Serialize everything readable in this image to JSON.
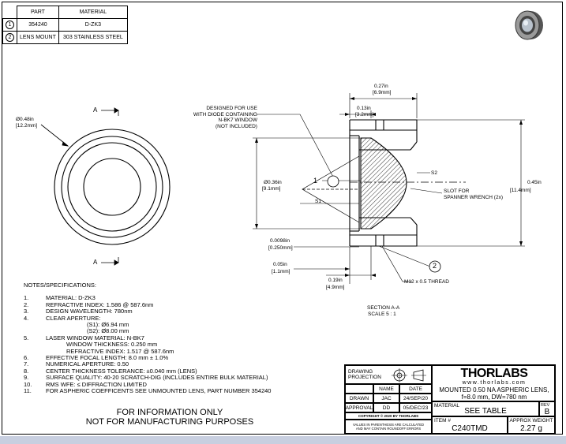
{
  "parts_table": {
    "headers": [
      "PART",
      "MATERIAL"
    ],
    "rows": [
      {
        "num": "1",
        "part": "354240",
        "material": "D-ZK3"
      },
      {
        "num": "2",
        "part": "LENS MOUNT",
        "material": "303 STAINLESS STEEL"
      }
    ]
  },
  "front_view": {
    "section_marker": "A",
    "dia_in": "Ø0.48in",
    "dia_mm": "[12.2mm]"
  },
  "section_view": {
    "window_note": [
      "DESIGNED FOR USE",
      "WITH DIODE CONTAINING",
      "N-BK7 WINDOW",
      "(NOT INCLUDED)"
    ],
    "dim_027_in": "0.27in",
    "dim_027_mm": "[6.9mm]",
    "dim_013_in": "0.13in",
    "dim_013_mm": "[3.2mm]",
    "dim_036_in": "Ø0.36in",
    "dim_036_mm": "[9.1mm]",
    "dim_045_in": "0.45in",
    "dim_045_mm": "[11.4mm]",
    "dim_00098_in": "0.0098in",
    "dim_00098_mm": "[0.250mm]",
    "dim_005_in": "0.05in",
    "dim_005_mm": "[1.1mm]",
    "dim_019_in": "0.19in",
    "dim_019_mm": "[4.9mm]",
    "s1": "S1",
    "s2": "S2",
    "slot_label": [
      "SLOT FOR",
      "SPANNER WRENCH (2x)"
    ],
    "thread_label": "M12 x 0.5 THREAD",
    "balloon_1": "1",
    "balloon_2": "2",
    "caption_1": "SECTION A-A",
    "caption_2": "SCALE 5 : 1"
  },
  "notes": {
    "heading": "NOTES/SPECIFICATIONS:",
    "items": [
      {
        "num": "1.",
        "text": "MATERIAL: D-ZK3"
      },
      {
        "num": "2.",
        "text": "REFRACTIVE INDEX: 1.586 @ 587.6nm"
      },
      {
        "num": "3.",
        "text": "DESIGN WAVELENGTH: 780nm"
      },
      {
        "num": "4.",
        "text": "CLEAR APERTURE:"
      },
      {
        "num": "",
        "text": "(S1): Ø6.94 mm"
      },
      {
        "num": "",
        "text": "(S2): Ø8.00 mm"
      },
      {
        "num": "5.",
        "text": "LASER WINDOW MATERIAL: N-BK7"
      },
      {
        "num": "",
        "text": "WINDOW THICKNESS: 0.250 mm"
      },
      {
        "num": "",
        "text": "REFRACTIVE INDEX: 1.517 @ 587.6nm"
      },
      {
        "num": "6.",
        "text": "EFFECTIVE FOCAL LENGTH: 8.0 mm ± 1.0%"
      },
      {
        "num": "7.",
        "text": "NUMERICAL APERTURE: 0.50"
      },
      {
        "num": "8.",
        "text": "CENTER THICKNESS TOLERANCE: ±0.040 mm (LENS)"
      },
      {
        "num": "9.",
        "text": "SURFACE QUALITY: 40-20 SCRATCH-DIG (INCLUDES ENTIRE BULK MATERIAL)"
      },
      {
        "num": "10.",
        "text": "RMS WFE: ≤ DIFFRACTION LIMITED"
      },
      {
        "num": "11.",
        "text": "FOR ASPHERIC COEFFICENTS SEE UNMOUNTED LENS, PART NUMBER 354240"
      }
    ]
  },
  "footer": {
    "line1": "FOR INFORMATION ONLY",
    "line2": "NOT FOR MANUFACTURING PURPOSES"
  },
  "title_block": {
    "projection_label": "DRAWING PROJECTION",
    "name_header": "NAME",
    "date_header": "DATE",
    "drawn_label": "DRAWN",
    "drawn_name": "JAC",
    "drawn_date": "24/SEP/20",
    "approval_label": "APPROVAL",
    "approval_name": "DD",
    "approval_date": "05/DEC/23",
    "copyright": "COPYRIGHT © 2020 BY THORLABS",
    "disclaimer": "VALUES IN PARENTHESIS ARE CALCULATED AND MAY CONTAIN ROUNDOFF ERRORS",
    "logo": "THORLABS",
    "website": "www.thorlabs.com",
    "description_1": "MOUNTED 0.50 NA ASPHERIC LENS,",
    "description_2": "f=8.0 mm, DW=780 nm",
    "material_label": "MATERIAL",
    "material_value": "SEE TABLE",
    "rev_label": "REV",
    "rev_value": "B",
    "item_label": "ITEM #",
    "item_value": "C240TMD",
    "weight_label": "APPROX WEIGHT",
    "weight_value": "2.27 g"
  }
}
